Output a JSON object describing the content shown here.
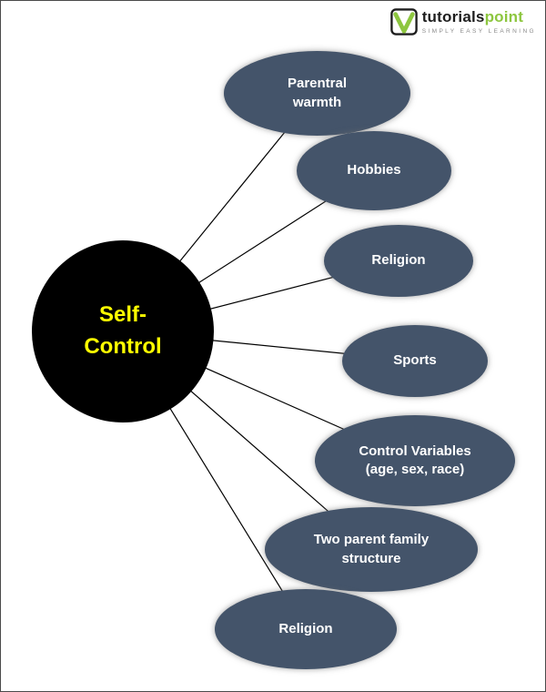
{
  "logo": {
    "brand_black": "tutorials",
    "brand_green": "point",
    "tagline": "SIMPLY EASY LEARNING"
  },
  "diagram": {
    "center": {
      "label": "Self-\nControl"
    },
    "nodes": [
      {
        "label": "Parentral\nwarmth"
      },
      {
        "label": "Hobbies"
      },
      {
        "label": "Religion"
      },
      {
        "label": "Sports"
      },
      {
        "label": "Control Variables\n(age, sex, race)"
      },
      {
        "label": "Two parent family\nstructure"
      },
      {
        "label": "Religion"
      }
    ],
    "colors": {
      "node_fill": "#44546A",
      "node_text": "#ffffff",
      "center_fill": "#000000",
      "center_text": "#ffff00",
      "connector": "#000000",
      "logo_green": "#8dc63f"
    }
  }
}
